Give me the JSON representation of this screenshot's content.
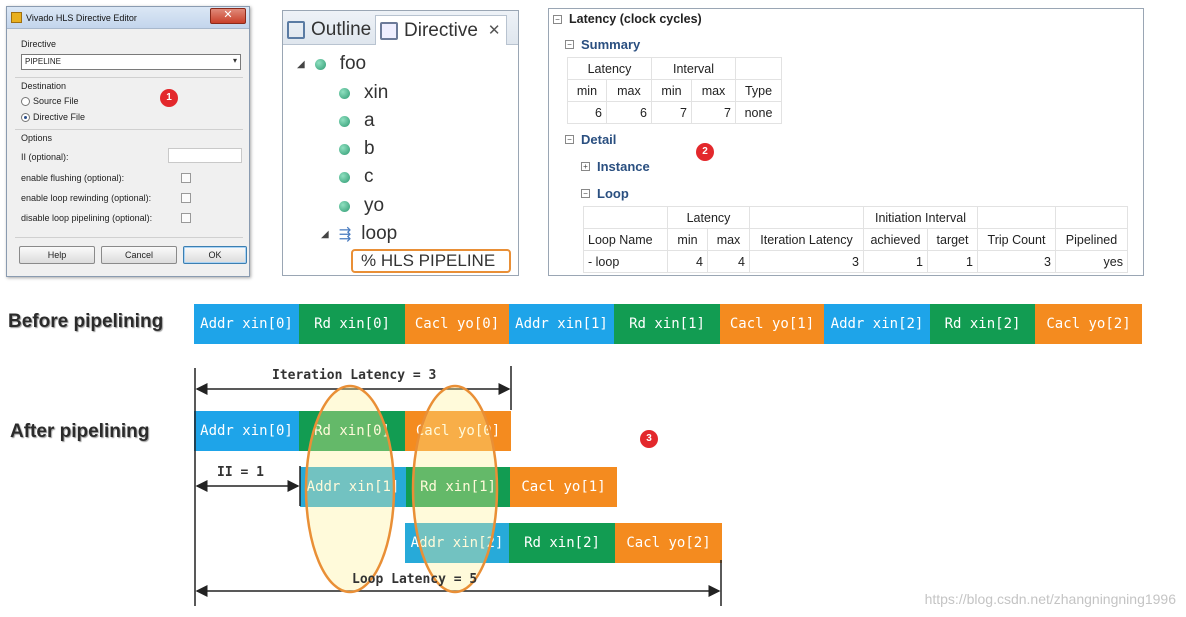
{
  "dialog": {
    "title": "Vivado HLS Directive Editor",
    "close_glyph": "✕",
    "directive_label": "Directive",
    "directive_value": "PIPELINE",
    "destination_label": "Destination",
    "source_file": "Source File",
    "directive_file": "Directive File",
    "selected_destination": "Directive File",
    "options_label": "Options",
    "ii_label": "II (optional):",
    "ii_value": "",
    "enable_flushing": "enable flushing (optional):",
    "enable_loop_rewinding": "enable loop rewinding (optional):",
    "disable_loop_pipelining": "disable loop pipelining (optional):",
    "help_button": "Help",
    "cancel_button": "Cancel",
    "ok_button": "OK"
  },
  "markers": {
    "m1": "1",
    "m2": "2",
    "m3": "3"
  },
  "tree": {
    "tabs": [
      {
        "label": "Outline",
        "icon": "outline-icon"
      },
      {
        "label": "Directive",
        "icon": "directive-icon",
        "active": true
      }
    ],
    "tab_close": "✕",
    "root": "foo",
    "ports": [
      "xin",
      "a",
      "b",
      "c",
      "yo"
    ],
    "loop": "loop",
    "pragma": "% HLS PIPELINE"
  },
  "report": {
    "title": "Latency (clock cycles)",
    "summary": {
      "heading": "Summary",
      "group_latency": "Latency",
      "group_interval": "Interval",
      "cols": [
        "min",
        "max",
        "min",
        "max",
        "Type"
      ],
      "row": [
        "6",
        "6",
        "7",
        "7",
        "none"
      ]
    },
    "detail_heading": "Detail",
    "instance_heading": "Instance",
    "loop": {
      "heading": "Loop",
      "group_latency": "Latency",
      "group_ii": "Initiation Interval",
      "cols": [
        "Loop Name",
        "min",
        "max",
        "Iteration Latency",
        "achieved",
        "target",
        "Trip Count",
        "Pipelined"
      ],
      "row": [
        "- loop",
        "4",
        "4",
        "3",
        "1",
        "1",
        "3",
        "yes"
      ]
    }
  },
  "timing": {
    "before_label": "Before pipelining",
    "after_label": "After pipelining",
    "before_blocks": [
      "Addr xin[0]",
      "Rd xin[0]",
      "Cacl yo[0]",
      "Addr xin[1]",
      "Rd xin[1]",
      "Cacl yo[1]",
      "Addr xin[2]",
      "Rd xin[2]",
      "Cacl yo[2]"
    ],
    "after_row1": [
      "Addr xin[0]",
      "Rd xin[0]",
      "Cacl yo[0]"
    ],
    "after_row2": [
      "Addr xin[1]",
      "Rd xin[1]",
      "Cacl yo[1]"
    ],
    "after_row3": [
      "Addr xin[2]",
      "Rd xin[2]",
      "Cacl yo[2]"
    ],
    "iteration_latency": "Iteration Latency = 3",
    "ii": "II = 1",
    "loop_latency": "Loop Latency = 5",
    "colors": {
      "addr": "#1ea4e9",
      "rd": "#129c52",
      "cacl": "#f48b1f",
      "ellipse": "#e98f36"
    }
  },
  "watermark": "https://blog.csdn.net/zhangningning1996"
}
